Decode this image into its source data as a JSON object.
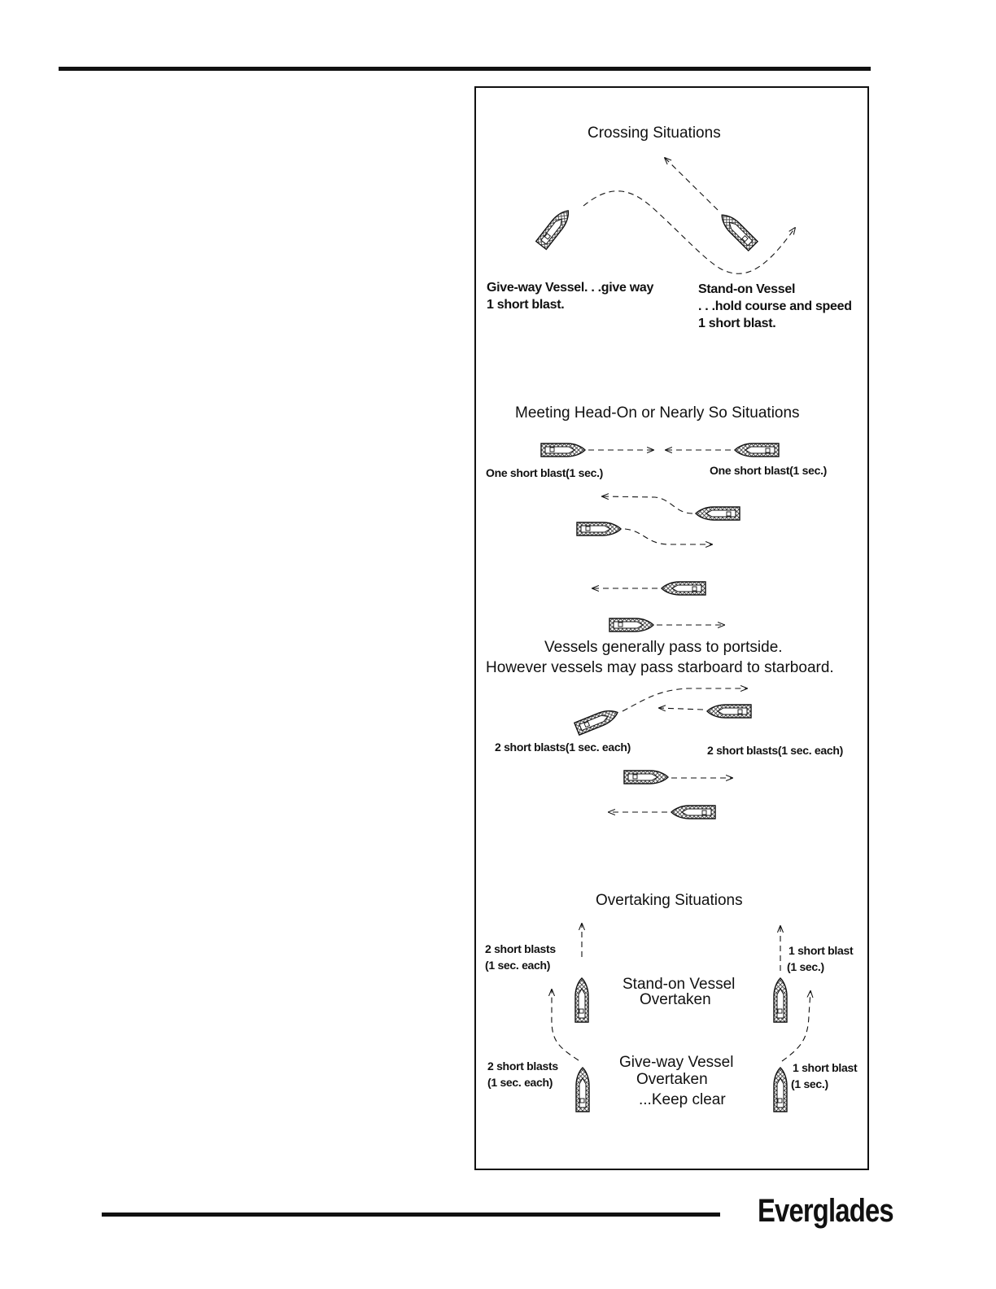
{
  "brand": "Everglades",
  "crossing": {
    "title": "Crossing Situations",
    "giveway_line1": "Give-way Vessel. . .give way",
    "giveway_line2": "1 short blast.",
    "standon_line1": "Stand-on Vessel",
    "standon_line2": ". . .hold course and speed",
    "standon_line3": "1 short blast."
  },
  "meeting": {
    "title": "Meeting Head-On or Nearly So Situations",
    "left_signal": "One short blast(1 sec.)",
    "right_signal": "One short blast(1 sec.)",
    "note_line1": "Vessels generally pass to portside.",
    "note_line2": "However vessels may pass starboard to starboard.",
    "left_signal2": "2 short blasts(1 sec. each)",
    "right_signal2": "2 short blasts(1 sec. each)"
  },
  "overtaking": {
    "title": "Overtaking Situations",
    "tl_line1": "2 short blasts",
    "tl_line2": "(1 sec. each)",
    "tr_line1": "1 short blast",
    "tr_line2": "(1 sec.)",
    "center1_line1": "Stand-on Vessel",
    "center1_line2": "Overtaken",
    "bl_line1": "2 short blasts",
    "bl_line2": "(1 sec. each)",
    "br_line1": "1 short blast",
    "br_line2": "(1 sec.)",
    "center2_line1": "Give-way Vessel",
    "center2_line2": "Overtaken",
    "center2_line3": "...Keep clear"
  }
}
